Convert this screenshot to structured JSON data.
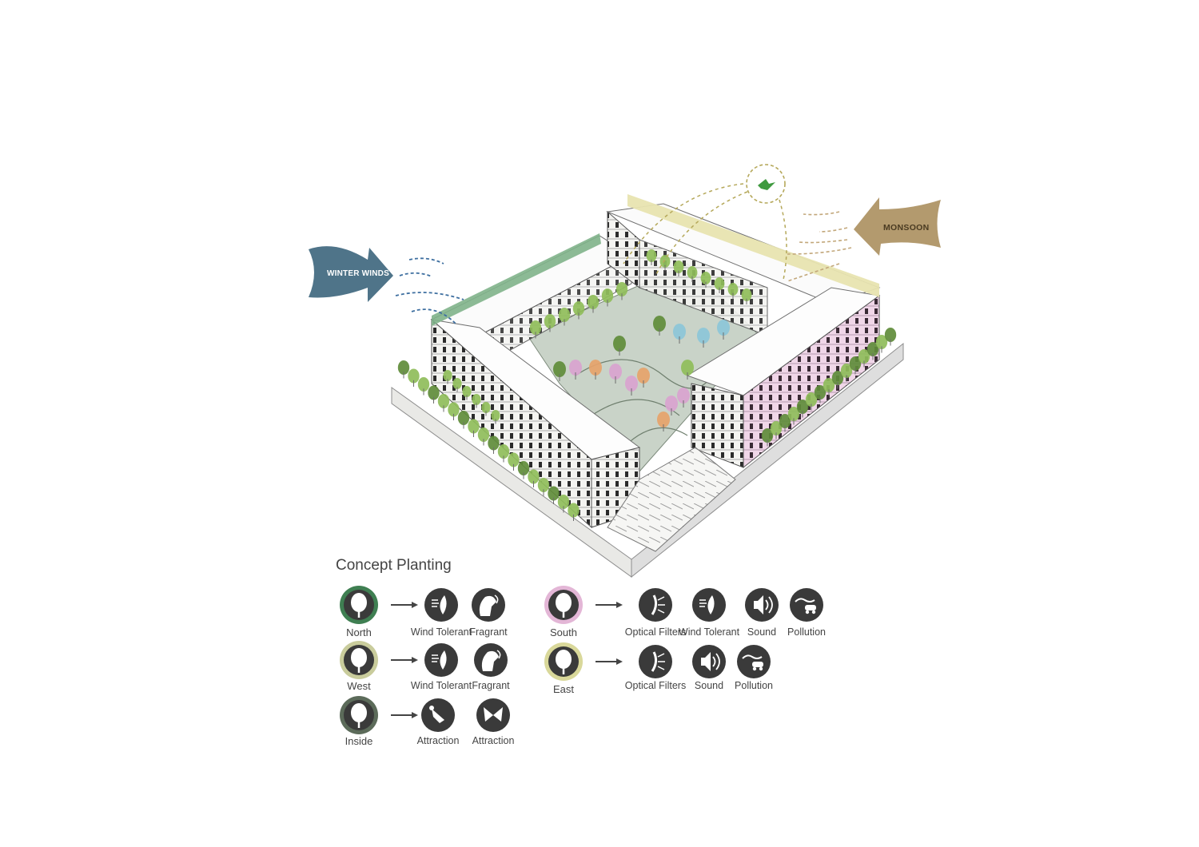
{
  "winds": {
    "winter_label": "WINTER WINDS",
    "monsoon_label": "MONSOON"
  },
  "legend": {
    "title": "Concept Planting",
    "rows": [
      {
        "zone": "North",
        "ring_color": "#3f7f52",
        "items": [
          {
            "label": "Wind Tolerant",
            "icon": "wind-leaf-icon"
          },
          {
            "label": "Fragrant",
            "icon": "fragrant-face-icon"
          }
        ]
      },
      {
        "zone": "West",
        "ring_color": "#c9cc9c",
        "items": [
          {
            "label": "Wind Tolerant",
            "icon": "wind-leaf-icon"
          },
          {
            "label": "Fragrant",
            "icon": "fragrant-face-icon"
          }
        ]
      },
      {
        "zone": "Inside",
        "ring_color": "#5c6b5a",
        "items": [
          {
            "label": "Attraction",
            "icon": "bird-icon"
          },
          {
            "label": "Attraction",
            "icon": "butterfly-icon"
          }
        ]
      },
      {
        "zone": "South",
        "ring_color": "#e3b6d6",
        "items": [
          {
            "label": "Optical Filters",
            "icon": "optical-filter-icon"
          },
          {
            "label": "Wind Tolerant",
            "icon": "wind-leaf-icon"
          },
          {
            "label": "Sound",
            "icon": "speaker-icon"
          },
          {
            "label": "Pollution",
            "icon": "car-exhaust-icon"
          }
        ]
      },
      {
        "zone": "East",
        "ring_color": "#d9d89a",
        "items": [
          {
            "label": "Optical Filters",
            "icon": "optical-filter-icon"
          },
          {
            "label": "Sound",
            "icon": "speaker-icon"
          },
          {
            "label": "Pollution",
            "icon": "car-exhaust-icon"
          }
        ]
      }
    ]
  },
  "colors": {
    "winter": "#4f7489",
    "monsoon": "#b39a6e",
    "north_wall": "#7fb38a",
    "east_wall": "#e8e4b0",
    "tree": "#8fbd5a",
    "tree_dark": "#5f8c3a",
    "pink_tree": "#d9a3cf",
    "orange_tree": "#e6a36a",
    "blue_tree": "#8cc6d8",
    "icon_bg": "#3a3a3a",
    "bird": "#3f9a3f"
  }
}
